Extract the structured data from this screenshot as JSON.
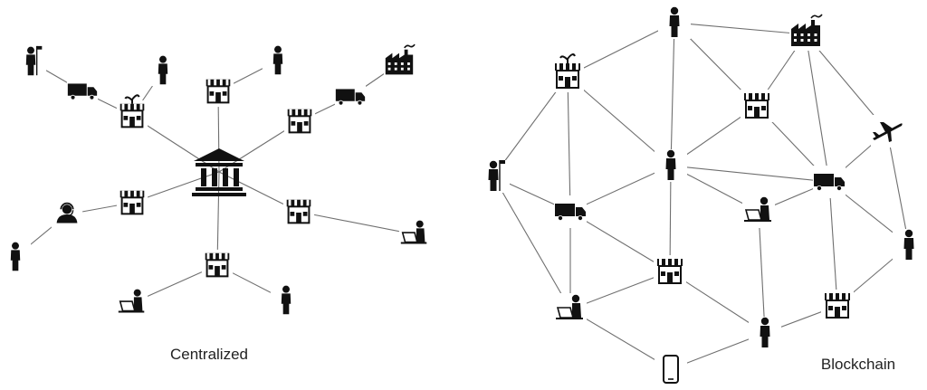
{
  "centralized": {
    "caption": "Centralized",
    "hub": "bank-icon",
    "nodes": [
      {
        "icon": "person-flag-icon",
        "links": [
          "truck-icon"
        ]
      },
      {
        "icon": "truck-icon",
        "links": [
          "market-plant-icon"
        ]
      },
      {
        "icon": "person-icon",
        "links": [
          "market-plant-icon"
        ]
      },
      {
        "icon": "market-plant-icon",
        "links": [
          "hub"
        ]
      },
      {
        "icon": "store-icon",
        "links": [
          "hub"
        ]
      },
      {
        "icon": "person-icon",
        "links": [
          "store-icon"
        ]
      },
      {
        "icon": "truck-icon",
        "links": [
          "store-icon"
        ]
      },
      {
        "icon": "factory-icon",
        "links": [
          "truck-icon"
        ]
      },
      {
        "icon": "store-icon",
        "links": [
          "hub"
        ]
      },
      {
        "icon": "headset-person-icon",
        "links": [
          "store-icon"
        ]
      },
      {
        "icon": "store-icon",
        "links": [
          "hub"
        ]
      },
      {
        "icon": "person-icon",
        "links": [
          "headset-person-icon"
        ]
      },
      {
        "icon": "store-icon",
        "links": [
          "hub"
        ]
      },
      {
        "icon": "laptop-person-icon",
        "links": [
          "store-icon"
        ]
      },
      {
        "icon": "store-icon",
        "links": [
          "hub"
        ]
      },
      {
        "icon": "laptop-person-icon",
        "links": [
          "store-icon"
        ]
      },
      {
        "icon": "person-icon",
        "links": [
          "store-icon"
        ]
      }
    ]
  },
  "blockchain": {
    "caption": "Blockchain",
    "nodes": [
      "person-icon",
      "factory-icon",
      "market-plant-icon",
      "store-icon",
      "airplane-icon",
      "person-flag-icon",
      "person-icon",
      "truck-icon",
      "truck-icon",
      "laptop-person-icon",
      "person-icon",
      "store-icon",
      "store-icon",
      "laptop-person-icon",
      "person-icon",
      "phone-icon"
    ]
  }
}
